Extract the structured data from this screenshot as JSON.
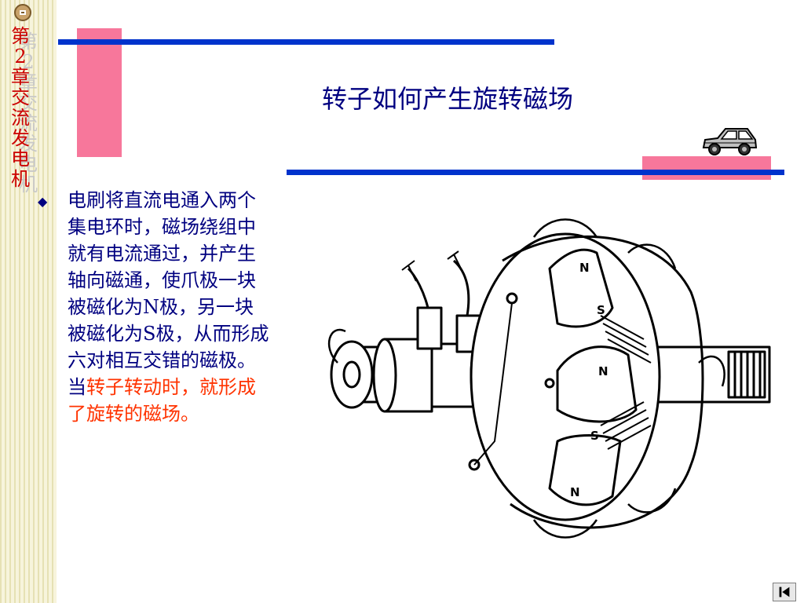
{
  "sidebar": {
    "chapter_label": "第2章 交流发电机"
  },
  "slide": {
    "title": "转子如何产生旋转磁场",
    "body_text": "电刷将直流电通入两个集电环时，磁场绕组中就有电流通过，并产生轴向磁通，使爪极一块被磁化为N极，另一块被磁化为S极，从而形成六对相互交错的磁极。当",
    "body_highlight": "转子转动时，就形成了旋转的磁场。"
  },
  "figure": {
    "pole_labels": [
      "N",
      "S",
      "N",
      "S",
      "N"
    ]
  },
  "colors": {
    "title": "#000080",
    "highlight": "#ff3300",
    "accent_pink": "#f7779b",
    "accent_blue": "#0033cc"
  }
}
